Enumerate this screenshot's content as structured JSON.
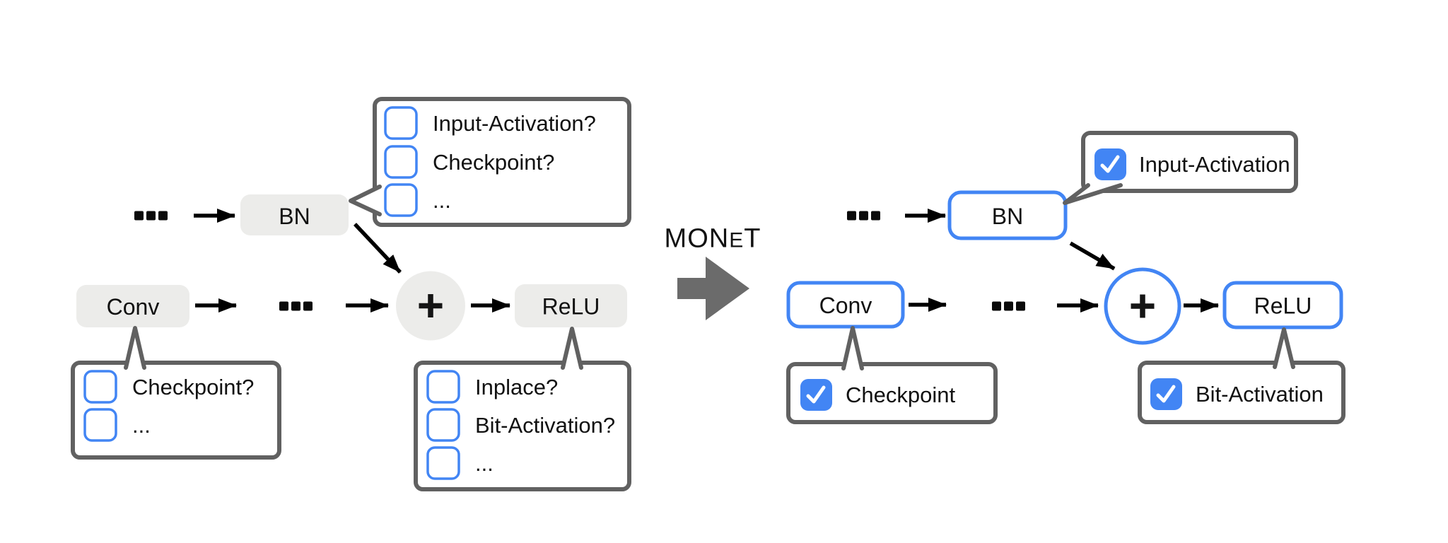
{
  "monet": {
    "pre": "MON",
    "small_cap": "E",
    "post": "T"
  },
  "ellipsis": "...",
  "plus_symbol": "+",
  "left_graph": {
    "bn_label": "BN",
    "conv_label": "Conv",
    "relu_label": "ReLU",
    "bn_options": [
      "Input-Activation?",
      "Checkpoint?",
      "..."
    ],
    "conv_options": [
      "Checkpoint?",
      "..."
    ],
    "relu_options": [
      "Inplace?",
      "Bit-Activation?",
      "..."
    ]
  },
  "right_graph": {
    "bn_label": "BN",
    "conv_label": "Conv",
    "relu_label": "ReLU",
    "bn_options": [
      "Input-Activation"
    ],
    "conv_options": [
      "Checkpoint"
    ],
    "relu_options": [
      "Bit-Activation"
    ]
  },
  "colors": {
    "accent_blue": "#4285F4",
    "node_gray": "#ECECEA",
    "callout_border_gray": "#616161",
    "transform_arrow_gray": "#6B6B6B",
    "arrow_black": "#000000"
  }
}
